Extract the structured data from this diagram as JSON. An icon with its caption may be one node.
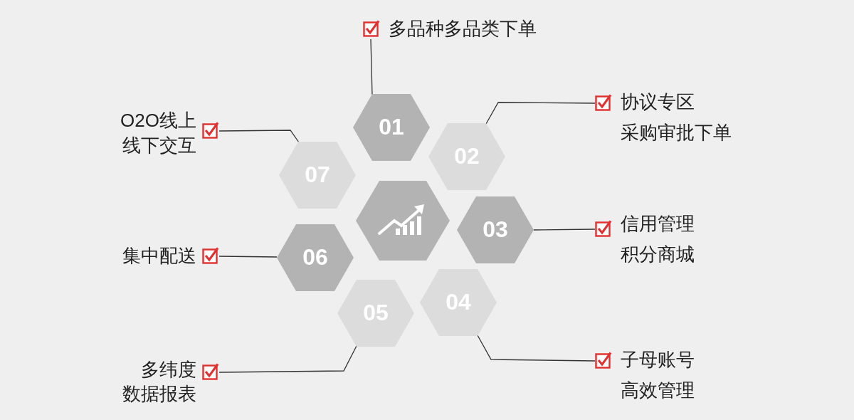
{
  "diagram": {
    "nodes": [
      {
        "text": [],
        "shape": "hexagon"
      },
      {
        "text": [
          "01"
        ]
      },
      {
        "text": [
          "02"
        ]
      },
      {
        "text": [
          "03"
        ]
      },
      {
        "text": [
          "04"
        ]
      },
      {
        "text": [
          "05"
        ]
      },
      {
        "text": [
          "06"
        ]
      },
      {
        "text": [
          "07"
        ]
      },
      {
        "text": [
          "多品种多品类下单"
        ]
      },
      {
        "text": [
          "协议专区",
          "采购审批下单"
        ]
      },
      {
        "text": [
          "信用管理",
          "积分商城"
        ]
      },
      {
        "text": [
          "子母账号",
          "高效管理"
        ]
      },
      {
        "text": [
          "多纬度",
          "数据报表"
        ]
      },
      {
        "text": [
          "集中配送"
        ]
      },
      {
        "text": [
          "O2O线上",
          "线下交互"
        ]
      }
    ],
    "edges": [
      {
        "from": 8,
        "to": 1,
        "arrow": "none"
      },
      {
        "from": 9,
        "to": 2,
        "arrow": "none"
      },
      {
        "from": 10,
        "to": 3,
        "arrow": "none"
      },
      {
        "from": 11,
        "to": 4,
        "arrow": "none"
      },
      {
        "from": 12,
        "to": 5,
        "arrow": "none"
      },
      {
        "from": 13,
        "to": 6,
        "arrow": "none"
      },
      {
        "from": 14,
        "to": 7,
        "arrow": "none"
      }
    ]
  }
}
